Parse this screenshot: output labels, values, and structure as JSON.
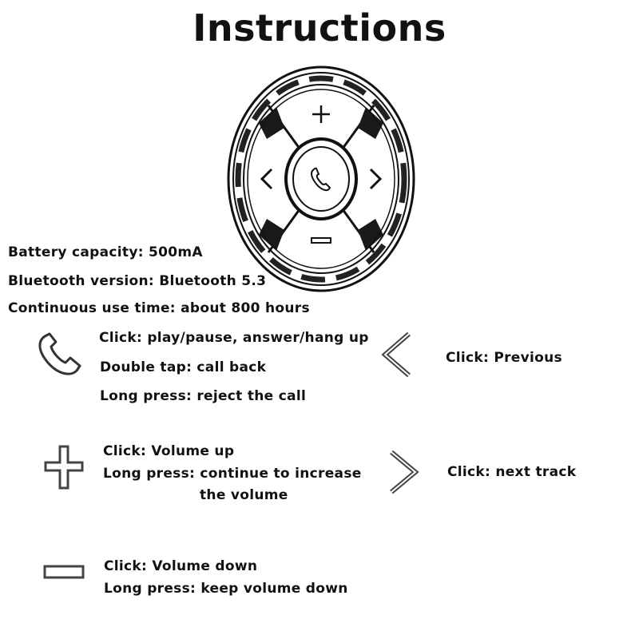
{
  "title": "Instructions",
  "specs": [
    "Battery capacity: 500mA",
    "Bluetooth version: Bluetooth 5.3",
    "Continuous use time: about 800 hours"
  ],
  "phone": {
    "icon": "phone-icon",
    "lines": [
      "Click: play/pause, answer/hang up",
      "Double tap: call back",
      "Long press: reject the call"
    ]
  },
  "previous": {
    "icon": "chevron-left-icon",
    "text": "Click: Previous"
  },
  "plus": {
    "icon": "plus-icon",
    "lines": [
      "Click: Volume up",
      "Long press: continue to increase",
      "the volume"
    ]
  },
  "next": {
    "icon": "chevron-right-icon",
    "text": "Click: next track"
  },
  "minus": {
    "icon": "minus-icon",
    "lines": [
      "Click: Volume down",
      "Long press: keep volume down"
    ]
  }
}
